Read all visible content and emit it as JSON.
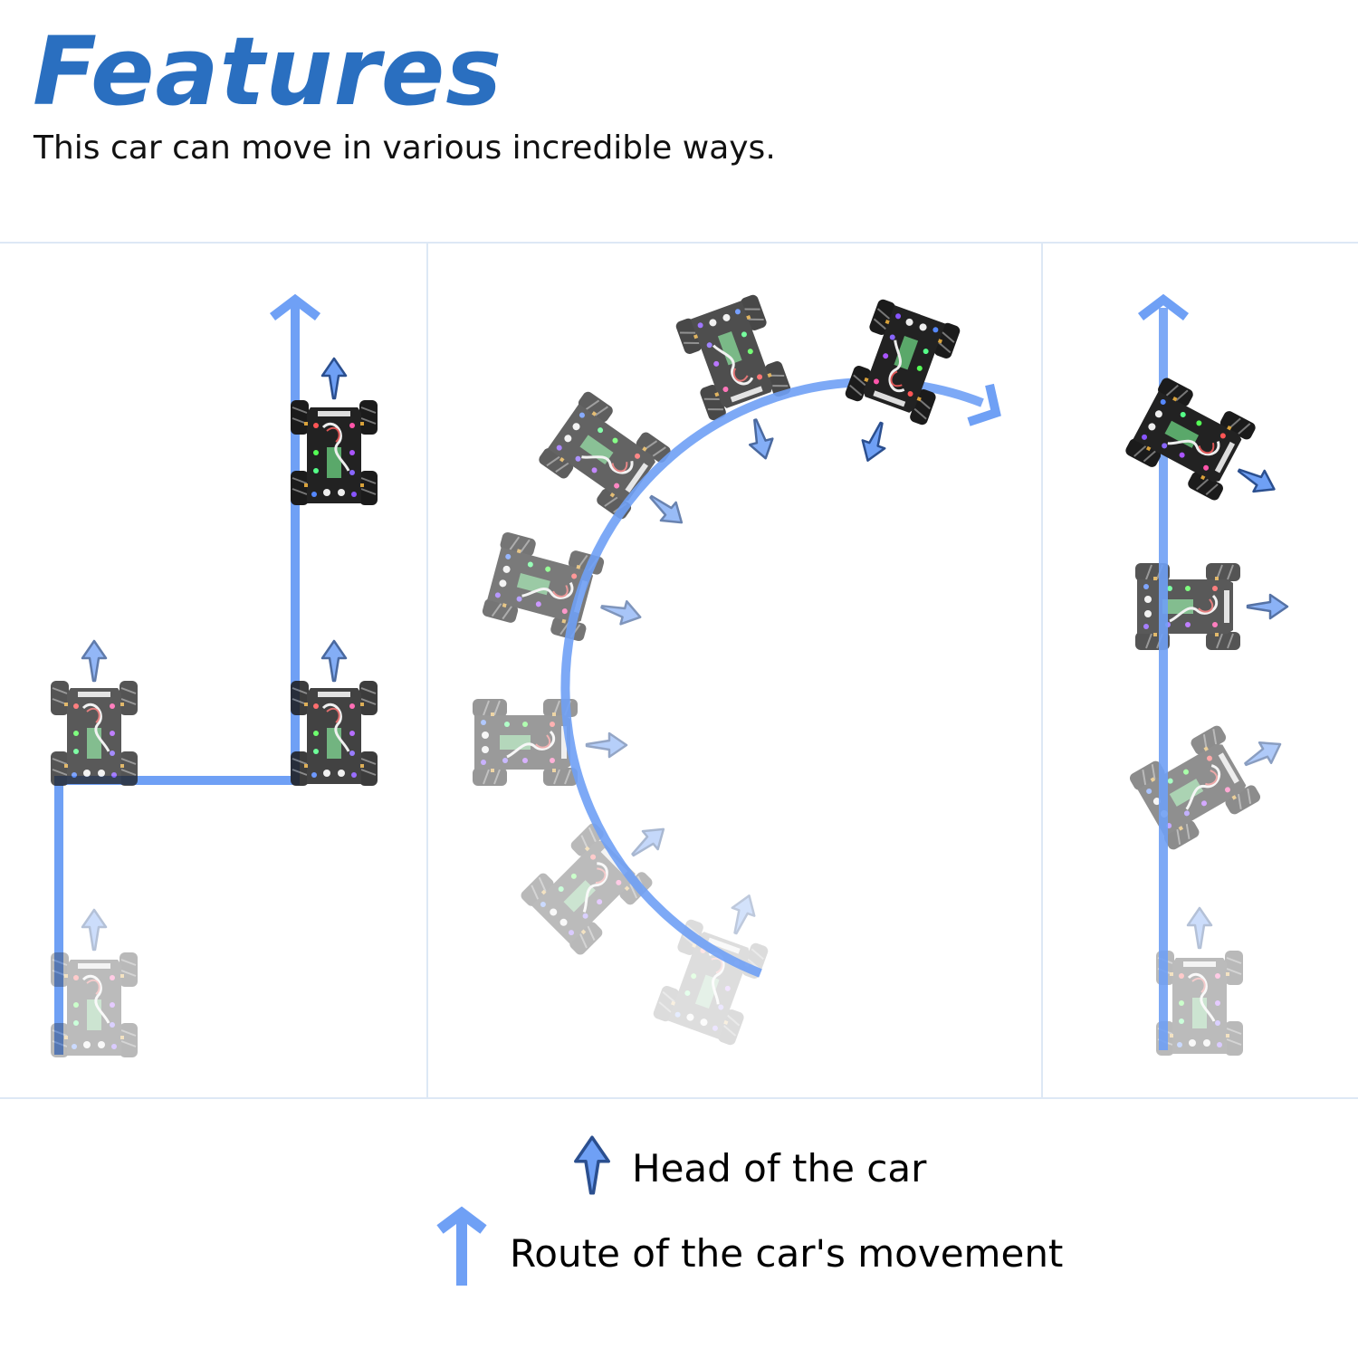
{
  "header": {
    "title": "Features",
    "subtitle": "This car can move in various incredible ways."
  },
  "colors": {
    "title": "#2a6fc0",
    "route": "#6fa0f5",
    "head_fill": "#6fa0f5",
    "head_stroke": "#2b4f8f",
    "divider": "#dde8f5"
  },
  "panels": [
    {
      "name": "left-panel-move-and-turn-translation"
    },
    {
      "name": "middle-panel-arc-drift"
    },
    {
      "name": "right-panel-rotate-while-moving"
    }
  ],
  "legend": {
    "head_label": "Head of the car",
    "route_label": "Route of the car's movement",
    "head_icon": "head-arrow-icon",
    "route_icon": "route-arrow-icon"
  }
}
